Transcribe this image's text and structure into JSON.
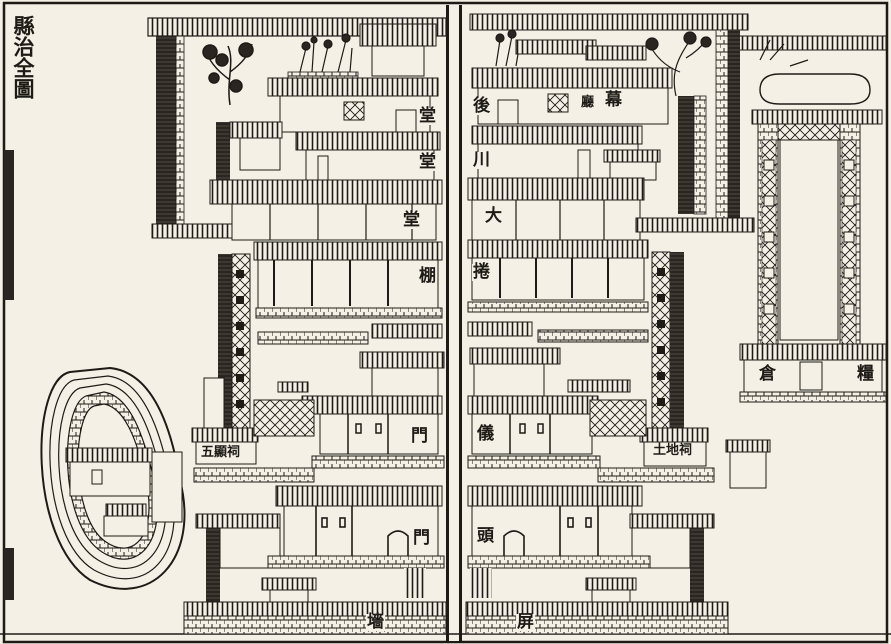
{
  "title": "縣治全圖",
  "labels": {
    "tang_1": "堂",
    "tang_2": "堂",
    "tang_3": "堂",
    "peng": "棚",
    "men_1": "門",
    "men_2": "門",
    "wu_xian_ci": "五顯祠",
    "qiang": "墻",
    "hou": "後",
    "chuan": "川",
    "da": "大",
    "juan": "捲",
    "mu": "幕",
    "ting": "廳",
    "yi": "儀",
    "tou": "頭",
    "tu_di_ci": "土地祠",
    "cang": "倉",
    "liang": "糧",
    "ping": "屏"
  }
}
